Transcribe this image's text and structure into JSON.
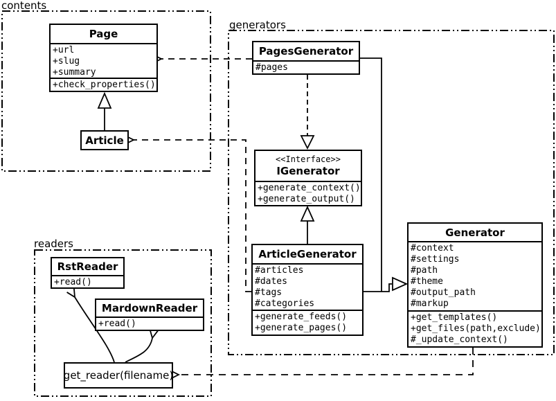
{
  "diagram": {
    "packages": {
      "contents": {
        "label": "contents"
      },
      "generators": {
        "label": "generators"
      },
      "readers": {
        "label": "readers"
      }
    },
    "classes": {
      "page": {
        "name": "Page",
        "attributes": [
          "+url",
          "+slug",
          "+summary"
        ],
        "methods": [
          "+check_properties()"
        ]
      },
      "article": {
        "name": "Article"
      },
      "pages_generator": {
        "name": "PagesGenerator",
        "attributes": [
          "#pages"
        ]
      },
      "igenerator": {
        "stereotype": "<<Interface>>",
        "name": "IGenerator",
        "methods": [
          "+generate_context()",
          "+generate_output()"
        ]
      },
      "article_generator": {
        "name": "ArticleGenerator",
        "attributes": [
          "#articles",
          "#dates",
          "#tags",
          "#categories"
        ],
        "methods": [
          "+generate_feeds()",
          "+generate_pages()"
        ]
      },
      "generator": {
        "name": "Generator",
        "attributes": [
          "#context",
          "#settings",
          "#path",
          "#theme",
          "#output_path",
          "#markup"
        ],
        "methods": [
          "+get_templates()",
          "+get_files(path,exclude)",
          "#_update_context()"
        ]
      },
      "rst_reader": {
        "name": "RstReader",
        "methods": [
          "+read()"
        ]
      },
      "mardown_reader": {
        "name": "MardownReader",
        "methods": [
          "+read()"
        ]
      },
      "get_reader": {
        "label": "get_reader(filename)"
      }
    },
    "colors": {
      "line": "#000000",
      "background": "#ffffff"
    }
  }
}
